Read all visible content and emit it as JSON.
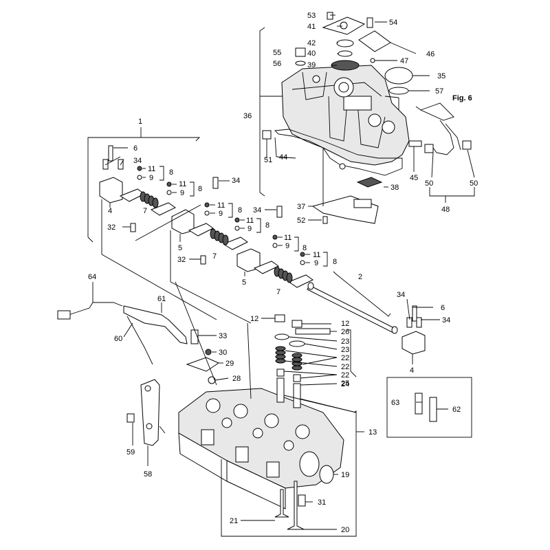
{
  "figure_ref": "Fig. 6",
  "callouts": [
    "53",
    "54",
    "41",
    "42",
    "40",
    "55",
    "56",
    "39",
    "46",
    "47",
    "35",
    "57",
    "36",
    "51",
    "44",
    "45",
    "50",
    "50",
    "48",
    "38",
    "37",
    "52",
    "1",
    "6",
    "34",
    "11",
    "9",
    "8",
    "11",
    "9",
    "8",
    "34",
    "4",
    "7",
    "11",
    "9",
    "8",
    "32",
    "11",
    "9",
    "8",
    "34",
    "5",
    "7",
    "11",
    "9",
    "8",
    "32",
    "11",
    "9",
    "8",
    "5",
    "7",
    "2",
    "64",
    "61",
    "34",
    "6",
    "34",
    "12",
    "12",
    "26",
    "23",
    "23",
    "33",
    "22",
    "30",
    "22",
    "29",
    "22",
    "25",
    "60",
    "28",
    "24",
    "4",
    "63",
    "62",
    "13",
    "59",
    "58",
    "19",
    "31",
    "21",
    "20"
  ],
  "colors": {
    "ink": "#000000",
    "background": "#ffffff",
    "shade": "#e8e8e8"
  }
}
